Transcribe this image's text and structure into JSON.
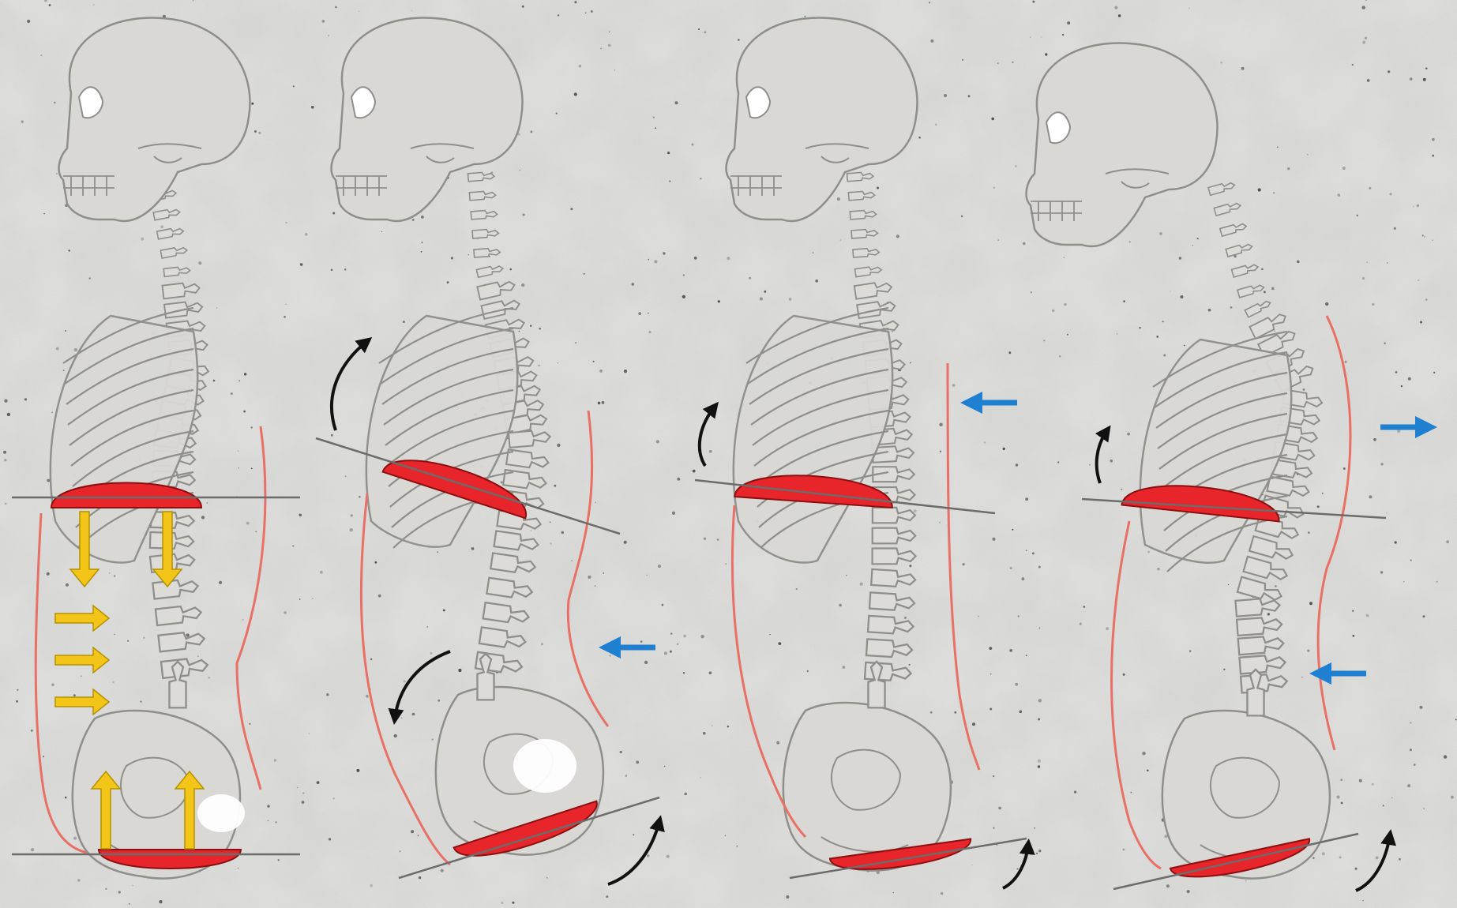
{
  "diagram": {
    "background": "concrete-texture",
    "colors": {
      "concrete": "#d7d7d5",
      "bone_fill": "#d9d8d5",
      "bone_stroke": "#8e8e8a",
      "diaphragm_red": "#e8252b",
      "contour_red": "#e87065",
      "yellow_arrow": "#f3c519",
      "yellow_stroke": "#b59100",
      "blue_arrow": "#1f7fd0",
      "black_arrow": "#111111",
      "plane_line": "#6c6c6c",
      "highlight_white": "#ffffff"
    },
    "panels": [
      {
        "id": "neutral-posture",
        "icons": [
          "skull-icon",
          "spine-icon",
          "ribcage-icon",
          "pelvis-icon"
        ],
        "diaphragm_tilt": "level",
        "pelvic_floor_tilt": "level",
        "pressure_arrows": {
          "down": 2,
          "forward": 3,
          "up": 2,
          "color": "yellow"
        },
        "rotation_arrows": 0,
        "blue_arrows": []
      },
      {
        "id": "rib-flare-anterior-tilt",
        "icons": [
          "skull-icon",
          "spine-icon",
          "ribcage-icon",
          "pelvis-icon"
        ],
        "diaphragm_tilt": "tilted-down-posterior",
        "pelvic_floor_tilt": "tilted-up-posterior",
        "rotation_arrows": 3,
        "blue_arrows": [
          {
            "region": "lumbar",
            "direction": "left"
          }
        ]
      },
      {
        "id": "posterior-lean",
        "icons": [
          "skull-icon",
          "spine-icon",
          "ribcage-icon",
          "pelvis-icon"
        ],
        "diaphragm_tilt": "slightly-tilted",
        "pelvic_floor_tilt": "slightly-tilted",
        "rotation_arrows": 2,
        "blue_arrows": [
          {
            "region": "thoracic",
            "direction": "left"
          }
        ]
      },
      {
        "id": "sway-back",
        "icons": [
          "skull-icon",
          "spine-icon",
          "ribcage-icon",
          "pelvis-icon"
        ],
        "diaphragm_tilt": "slightly-tilted",
        "pelvic_floor_tilt": "slightly-tilted",
        "rotation_arrows": 2,
        "blue_arrows": [
          {
            "region": "thoracic",
            "direction": "right"
          },
          {
            "region": "lumbar",
            "direction": "left"
          }
        ]
      }
    ]
  }
}
